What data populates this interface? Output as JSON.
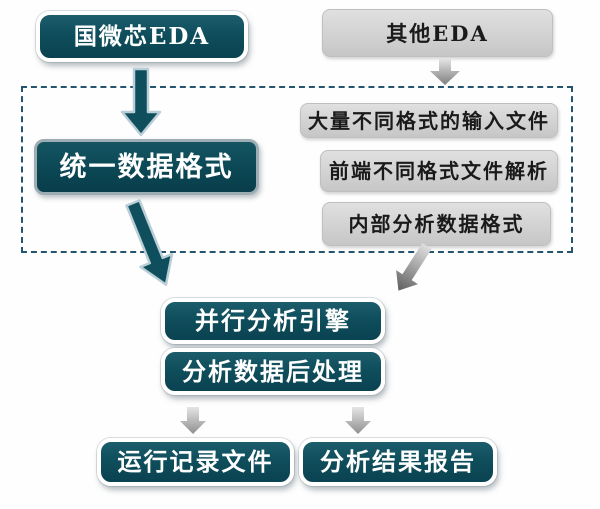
{
  "diagram": {
    "nodes": {
      "guoweixin": {
        "label": "国微芯EDA"
      },
      "other_eda": {
        "label": "其他EDA"
      },
      "unified_format": {
        "label": "统一数据格式"
      },
      "input_files": {
        "label": "大量不同格式的输入文件"
      },
      "frontend_parse": {
        "label": "前端不同格式文件解析"
      },
      "internal_format": {
        "label": "内部分析数据格式"
      },
      "parallel_engine": {
        "label": "并行分析引擎"
      },
      "post_process": {
        "label": "分析数据后处理"
      },
      "run_log": {
        "label": "运行记录文件"
      },
      "result_report": {
        "label": "分析结果报告"
      }
    },
    "colors": {
      "teal_fill": "#0f4e5c",
      "teal_border_gray": "#9cadb3",
      "white_ring": "#ffffff",
      "gray_box_fill": "#d2d2d2",
      "gray_box_text": "#1a1a1a",
      "dashed_border": "#24546e",
      "teal_arrow_outline": "#b9ced6",
      "gray_arrow": "#8f8f8f"
    }
  }
}
